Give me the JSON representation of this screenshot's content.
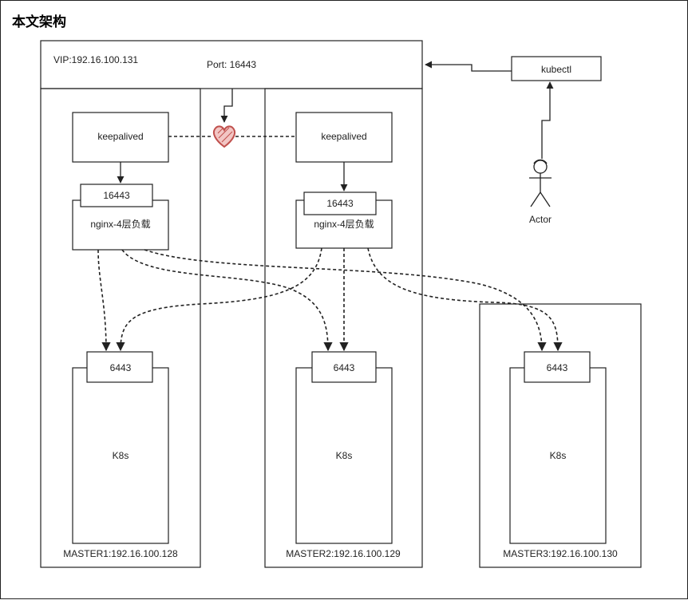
{
  "title": "本文架构",
  "vip": {
    "label": "VIP:192.16.100.131",
    "port": "Port: 16443"
  },
  "kubectl": "kubectl",
  "actor": "Actor",
  "masters": [
    {
      "keepalived": "keepalived",
      "port": "16443",
      "nginx": "nginx-4层负载",
      "k8s_port": "6443",
      "k8s": "K8s",
      "label": "MASTER1:192.16.100.128"
    },
    {
      "keepalived": "keepalived",
      "port": "16443",
      "nginx": "nginx-4层负载",
      "k8s_port": "6443",
      "k8s": "K8s",
      "label": "MASTER2:192.16.100.129"
    },
    {
      "k8s_port": "6443",
      "k8s": "K8s",
      "label": "MASTER3:192.16.100.130"
    }
  ],
  "colors": {
    "line": "#222222",
    "heart": "#c0504d",
    "heart_fill": "#f2c6c4"
  },
  "icons": [
    "heart-icon",
    "actor-icon"
  ]
}
